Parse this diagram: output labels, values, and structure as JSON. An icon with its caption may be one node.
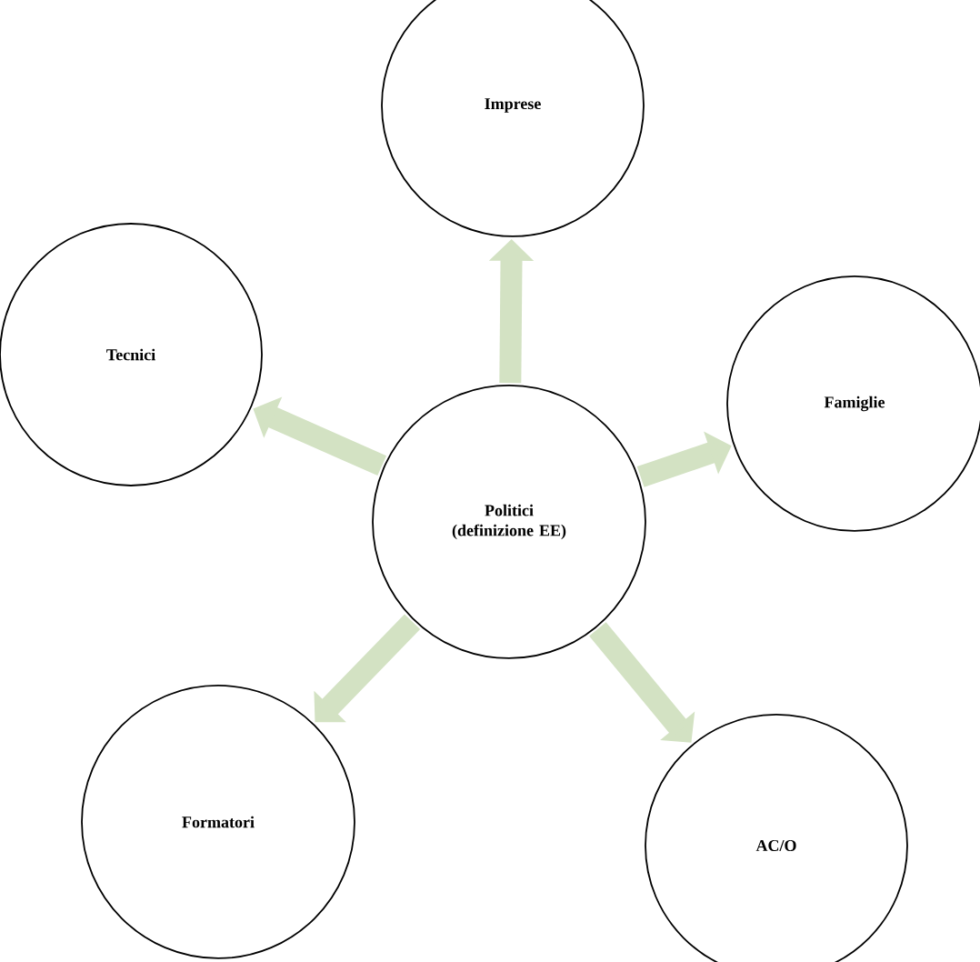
{
  "diagram": {
    "nodes": [
      {
        "text": [
          "Politici (definizione EE)"
        ]
      },
      {
        "text": [
          "Imprese"
        ]
      },
      {
        "text": [
          "Tecnici"
        ]
      },
      {
        "text": [
          "Famiglie"
        ]
      },
      {
        "text": [
          "Formatori"
        ]
      },
      {
        "text": [
          "AC/O"
        ]
      }
    ],
    "edges": [
      {
        "from": 0,
        "to": 1,
        "arrow": "to"
      },
      {
        "from": 0,
        "to": 2,
        "arrow": "to"
      },
      {
        "from": 0,
        "to": 3,
        "arrow": "to"
      },
      {
        "from": 0,
        "to": 4,
        "arrow": "to"
      },
      {
        "from": 0,
        "to": 5,
        "arrow": "to"
      }
    ]
  }
}
